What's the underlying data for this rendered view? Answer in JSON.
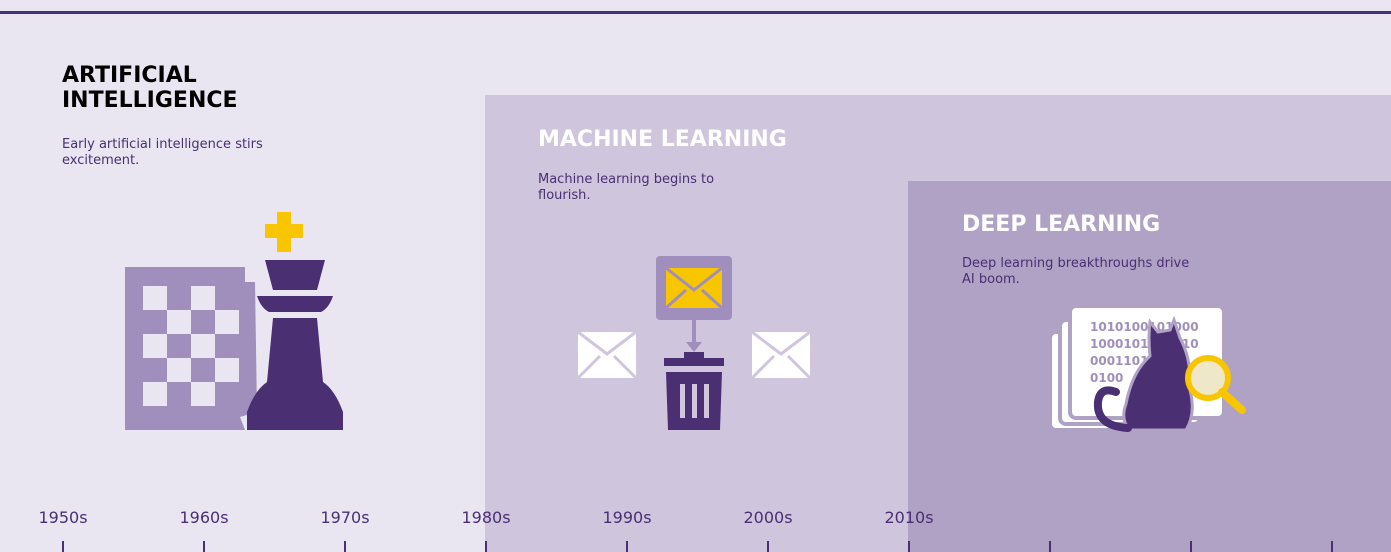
{
  "eras": [
    {
      "title": "ARTIFICIAL\nINTELLIGENCE",
      "description": "Early artificial intelligence stirs excitement."
    },
    {
      "title": "MACHINE LEARNING",
      "description": "Machine learning begins to flourish."
    },
    {
      "title": "DEEP LEARNING",
      "description": "Deep learning breakthroughs drive AI boom."
    }
  ],
  "timeline": [
    "1950s",
    "1960s",
    "1970s",
    "1980s",
    "1990s",
    "2000s",
    "2010s"
  ],
  "binary_lines": [
    "1010100101000",
    "1000101001010",
    "0001101",
    "0100"
  ],
  "colors": {
    "dark_purple": "#4a2f73",
    "light_purple": "#a08fbd",
    "yellow": "#f7c600",
    "background": "#e9e6f1",
    "ml_panel": "#cfc5dd",
    "dl_panel": "#b0a2c5"
  },
  "icons": [
    "chessboard-icon",
    "king-chess-piece-icon",
    "envelope-icon",
    "spam-envelope-icon",
    "trash-can-icon",
    "document-stack-icon",
    "cat-icon",
    "magnifier-icon"
  ]
}
